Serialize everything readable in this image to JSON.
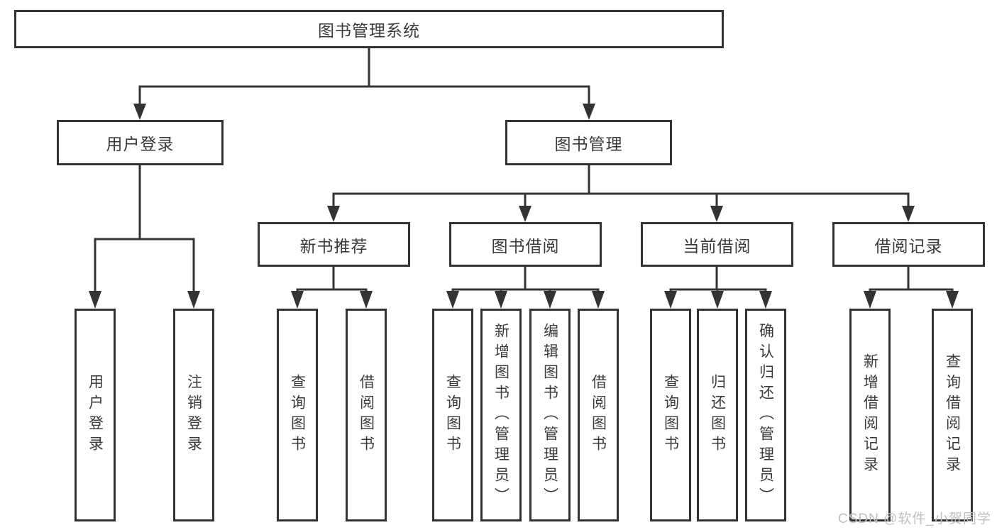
{
  "tree": {
    "label": "图书管理系统",
    "children": [
      {
        "label": "用户登录",
        "children": [
          {
            "label": "用户登录"
          },
          {
            "label": "注销登录"
          }
        ]
      },
      {
        "label": "图书管理",
        "children": [
          {
            "label": "新书推荐",
            "children": [
              {
                "label": "查询图书"
              },
              {
                "label": "借阅图书"
              }
            ]
          },
          {
            "label": "图书借阅",
            "children": [
              {
                "label": "查询图书"
              },
              {
                "label": "新增图书（管理员）"
              },
              {
                "label": "编辑图书（管理员）"
              },
              {
                "label": "借阅图书"
              }
            ]
          },
          {
            "label": "当前借阅",
            "children": [
              {
                "label": "查询图书"
              },
              {
                "label": "归还图书"
              },
              {
                "label": "确认归还（管理员）"
              }
            ]
          },
          {
            "label": "借阅记录",
            "children": [
              {
                "label": "新增借阅记录"
              },
              {
                "label": "查询借阅记录"
              }
            ]
          }
        ]
      }
    ]
  },
  "watermark": "CSDN @软件_小贺同学",
  "colors": {
    "line": "#333333",
    "box_border": "#333333",
    "text": "#3a3a3a",
    "background": "#ffffff",
    "watermark": "#c0c0c0"
  }
}
